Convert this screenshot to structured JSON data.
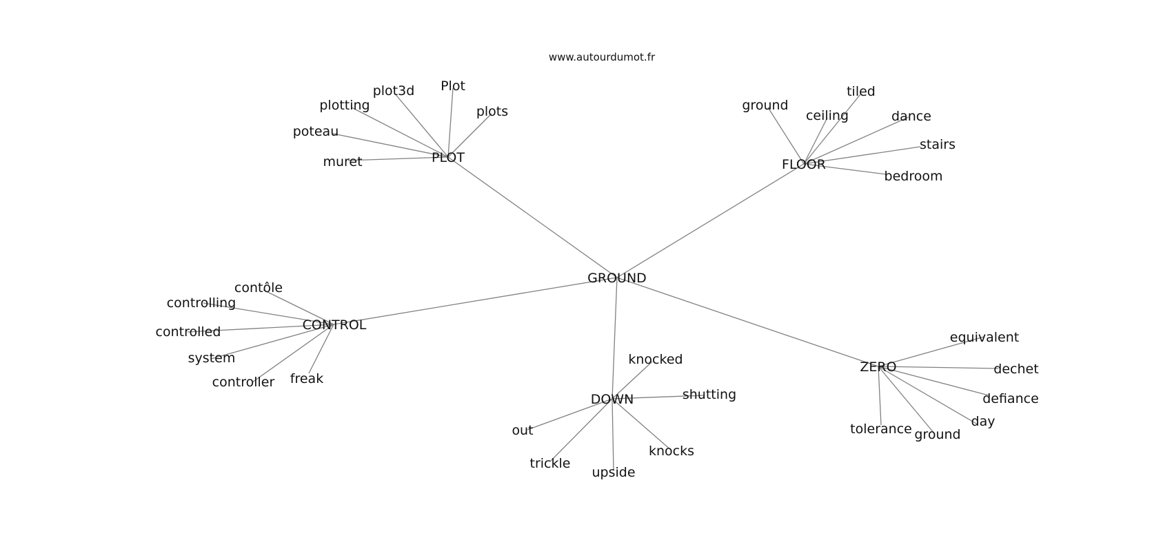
{
  "watermark": "www.autourdumot.fr",
  "colors": {
    "edge": "#808080",
    "text": "#111111",
    "background": "#ffffff"
  },
  "root": {
    "label": "GROUND",
    "branches": [
      {
        "label": "PLOT",
        "leaves": [
          "plot3d",
          "Plot",
          "plots",
          "plotting",
          "poteau",
          "muret"
        ]
      },
      {
        "label": "FLOOR",
        "leaves": [
          "ground",
          "tiled",
          "ceiling",
          "dance",
          "stairs",
          "bedroom"
        ]
      },
      {
        "label": "CONTROL",
        "leaves": [
          "contôle",
          "controlling",
          "controlled",
          "system",
          "controller",
          "freak"
        ]
      },
      {
        "label": "DOWN",
        "leaves": [
          "knocked",
          "shutting",
          "out",
          "trickle",
          "upside",
          "knocks"
        ]
      },
      {
        "label": "ZERO",
        "leaves": [
          "equivalent",
          "dechet",
          "defiance",
          "day",
          "tolerance",
          "ground"
        ]
      }
    ]
  }
}
